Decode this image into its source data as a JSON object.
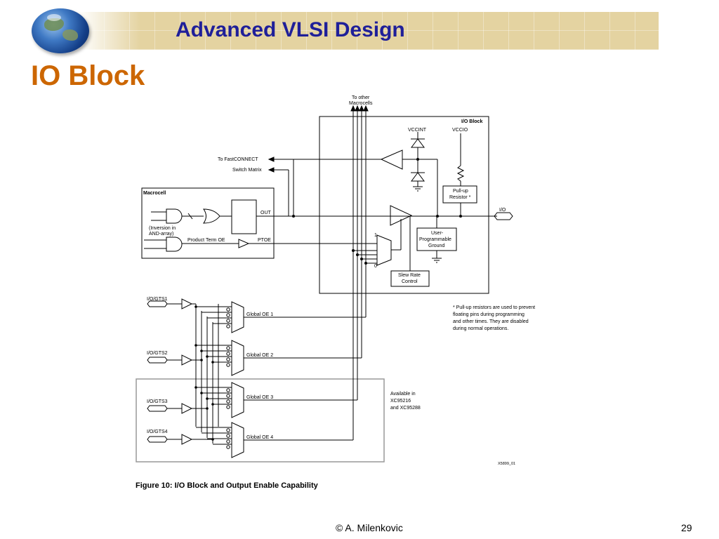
{
  "header": {
    "course_title": "Advanced VLSI Design",
    "slide_title": "IO Block"
  },
  "diagram": {
    "labels": {
      "to_other_1": "To other",
      "to_other_2": "Macrocells",
      "io_block": "I/O Block",
      "vccint": "VCCINT",
      "vccio": "VCCIO",
      "to_fastconnect": "To FastCONNECT",
      "switch_matrix": "Switch Matrix",
      "macrocell": "Macrocell",
      "out": "OUT",
      "inversion_1": "(Inversion in",
      "inversion_2": "AND-array)",
      "product_term_oe": "Product Term OE",
      "ptoe": "PTOE",
      "io": "I/O",
      "pullup_1": "Pull-up",
      "pullup_2": "Resistor *",
      "upg_1": "User-",
      "upg_2": "Programmable",
      "upg_3": "Ground",
      "slew_1": "Slew Rate",
      "slew_2": "Control",
      "mux_one": "1",
      "mux_zero": "0",
      "gts1": "I/O/GTS1",
      "gts2": "I/O/GTS2",
      "gts3": "I/O/GTS3",
      "gts4": "I/O/GTS4",
      "goe1": "Global OE 1",
      "goe2": "Global OE 2",
      "goe3": "Global OE 3",
      "goe4": "Global OE 4",
      "note_1": "* Pull-up resistors are used to prevent",
      "note_2": "floating pins during programming",
      "note_3": "and other times. They are disabled",
      "note_4": "during normal operations.",
      "avail_1": "Available in",
      "avail_2": "XC95216",
      "avail_3": "and XC95288",
      "fig_id": "X5899_01"
    },
    "caption": "Figure 10:   I/O Block and Output Enable Capability"
  },
  "footer": {
    "author": "© A. Milenkovic",
    "page": "29"
  }
}
